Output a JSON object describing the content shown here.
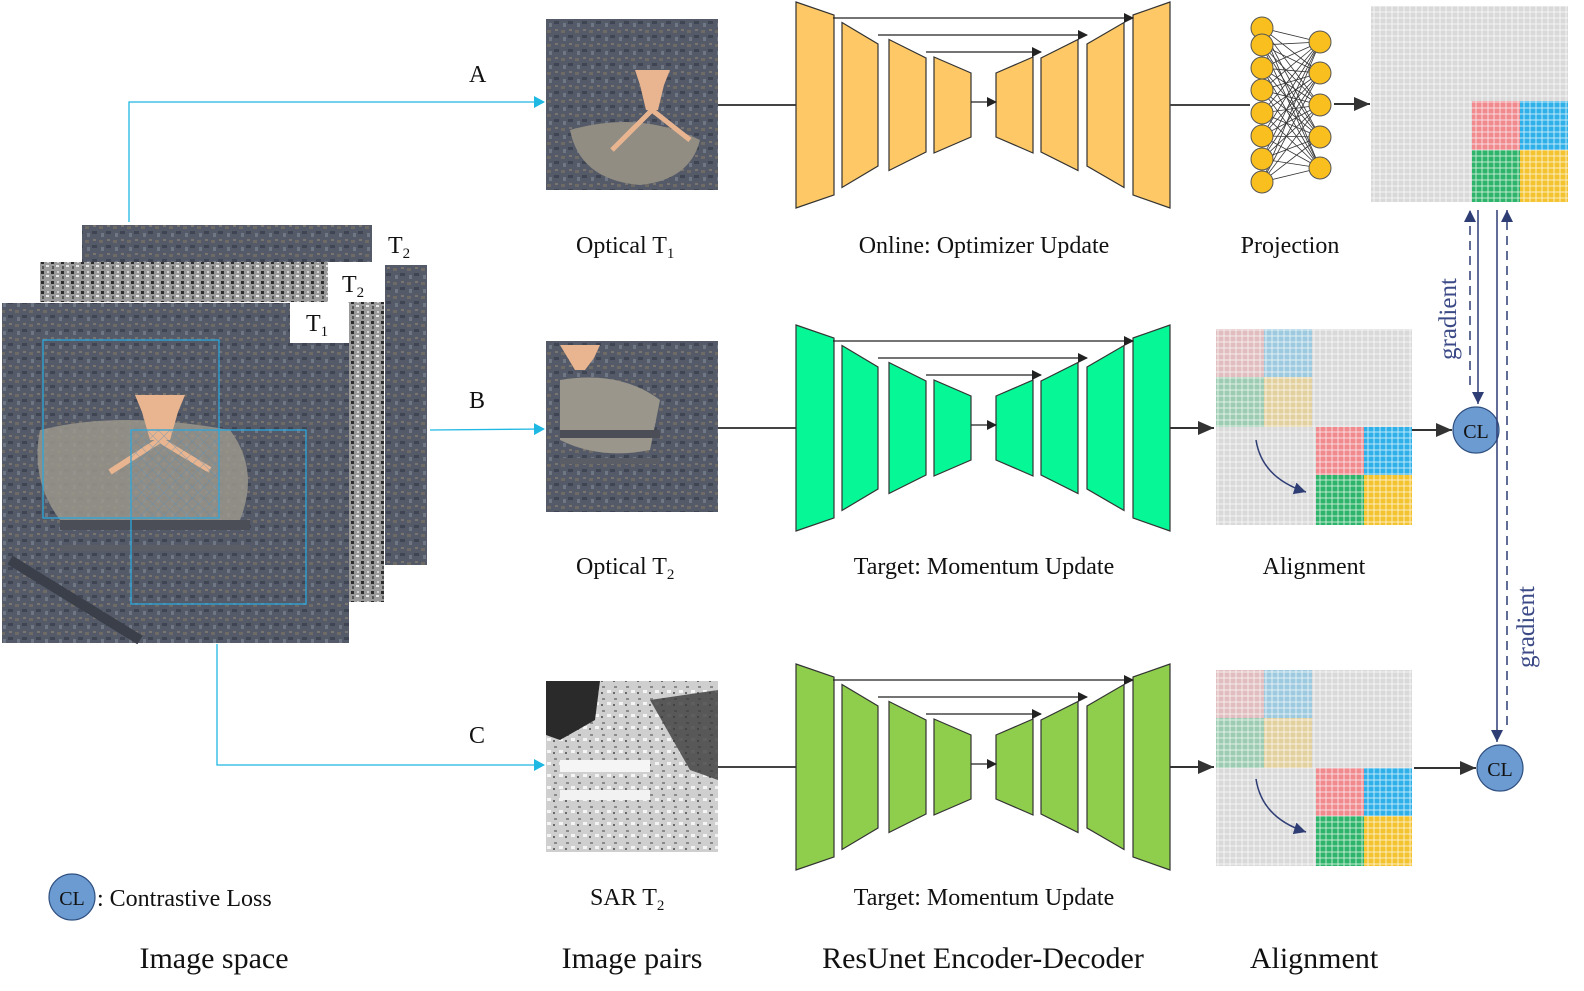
{
  "image_space": {
    "stack_labels": {
      "back_sar": "T",
      "back_sar_sub": "2",
      "mid_sar": "T",
      "mid_sar_sub": "2",
      "front_optical": "T",
      "front_optical_sub": "1"
    }
  },
  "branches": {
    "a": {
      "letter": "A",
      "image_caption": "Optical T",
      "image_caption_sub": "1",
      "network_caption": "Online: Optimizer Update",
      "network_color": "#fdc865",
      "head_caption": "Projection"
    },
    "b": {
      "letter": "B",
      "image_caption": "Optical T",
      "image_caption_sub": "2",
      "network_caption": "Target: Momentum Update",
      "network_color": "#05f796",
      "head_caption": "Alignment"
    },
    "c": {
      "letter": "C",
      "image_caption": "SAR T",
      "image_caption_sub": "2",
      "network_caption": "Target: Momentum Update",
      "network_color": "#8ece4c"
    }
  },
  "loss": {
    "node_label": "CL",
    "legend_text": ": Contrastive Loss",
    "gradient_label": "gradient"
  },
  "columns": {
    "image_space": "Image space",
    "image_pairs": "Image pairs",
    "encoder_decoder": "ResUnet Encoder-Decoder",
    "alignment": "Alignment"
  },
  "colors": {
    "arrow_cyan": "#1fb8e3",
    "node_yellow": "#f9bf1f",
    "cl_fill": "#6b9bd0",
    "gradient_blue": "#2f3d75",
    "cell_red": "#f08a8f",
    "cell_blue": "#2fb0e8",
    "cell_green": "#2fb46b",
    "cell_yellow": "#f4c430",
    "grid_gray": "#d9d9d9"
  }
}
